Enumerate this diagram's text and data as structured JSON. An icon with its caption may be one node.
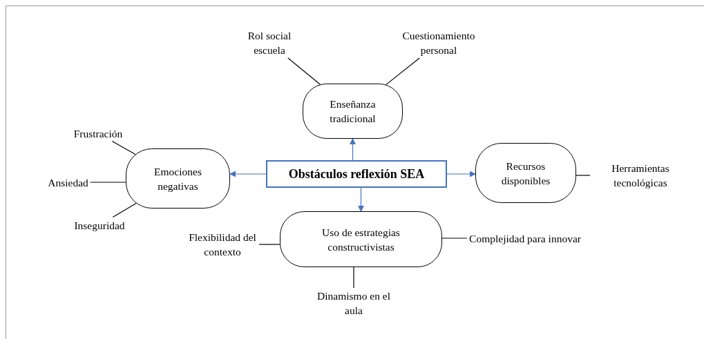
{
  "diagram": {
    "nodes": [
      {
        "text": [
          "Obstáculos reflexión SEA"
        ]
      },
      {
        "text": [
          "Enseñanza tradicional"
        ]
      },
      {
        "text": [
          "Emociones negativas"
        ]
      },
      {
        "text": [
          "Recursos disponibles"
        ]
      },
      {
        "text": [
          "Uso de estrategias constructivistas"
        ]
      },
      {
        "text": [
          "Rol social escuela"
        ]
      },
      {
        "text": [
          "Cuestionamiento personal"
        ]
      },
      {
        "text": [
          "Frustración"
        ]
      },
      {
        "text": [
          "Ansiedad"
        ]
      },
      {
        "text": [
          "Inseguridad"
        ]
      },
      {
        "text": [
          "Herramientas tecnológicas"
        ]
      },
      {
        "text": [
          "Flexibilidad del contexto"
        ]
      },
      {
        "text": [
          "Complejidad para innovar"
        ]
      },
      {
        "text": [
          "Dinamismo en el aula"
        ]
      }
    ],
    "edges": [
      {
        "from": 0,
        "to": 1,
        "arrow": "to",
        "color": "#4472c4"
      },
      {
        "from": 0,
        "to": 2,
        "arrow": "to",
        "color": "#4472c4"
      },
      {
        "from": 0,
        "to": 3,
        "arrow": "to",
        "color": "#4472c4"
      },
      {
        "from": 0,
        "to": 4,
        "arrow": "to",
        "color": "#4472c4"
      },
      {
        "from": 5,
        "to": 1,
        "arrow": "none"
      },
      {
        "from": 6,
        "to": 1,
        "arrow": "none"
      },
      {
        "from": 7,
        "to": 2,
        "arrow": "none"
      },
      {
        "from": 8,
        "to": 2,
        "arrow": "none"
      },
      {
        "from": 9,
        "to": 2,
        "arrow": "none"
      },
      {
        "from": 10,
        "to": 3,
        "arrow": "none"
      },
      {
        "from": 11,
        "to": 4,
        "arrow": "none"
      },
      {
        "from": 12,
        "to": 4,
        "arrow": "none"
      },
      {
        "from": 13,
        "to": 4,
        "arrow": "none"
      }
    ]
  }
}
